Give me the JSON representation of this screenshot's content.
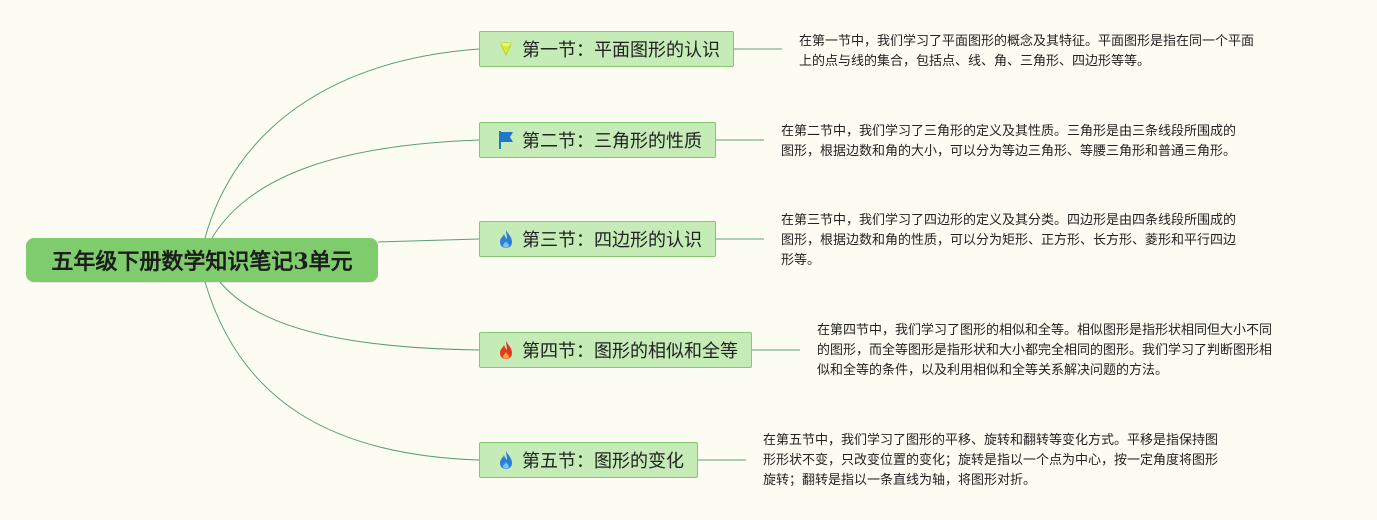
{
  "root": {
    "title": "五年级下册数学知识笔记3单元"
  },
  "topics": [
    {
      "label": "第一节：平面图形的认识",
      "icon": "lightbulb-icon",
      "note_lines": [
        "在第一节中，我们学习了平面图形的概念及其特征。平面图形是指在同一个平面",
        "上的点与线的集合，包括点、线、角、三角形、四边形等等。"
      ]
    },
    {
      "label": "第二节：三角形的性质",
      "icon": "flag-icon",
      "note_lines": [
        "在第二节中，我们学习了三角形的定义及其性质。三角形是由三条线段所围成的",
        "图形，根据边数和角的大小，可以分为等边三角形、等腰三角形和普通三角形。"
      ]
    },
    {
      "label": "第三节：四边形的认识",
      "icon": "blue-flame-icon",
      "note_lines": [
        "在第三节中，我们学习了四边形的定义及其分类。四边形是由四条线段所围成的",
        "图形，根据边数和角的性质，可以分为矩形、正方形、长方形、菱形和平行四边",
        "形等。"
      ]
    },
    {
      "label": "第四节：图形的相似和全等",
      "icon": "red-flame-icon",
      "note_lines": [
        "在第四节中，我们学习了图形的相似和全等。相似图形是指形状相同但大小不同",
        "的图形，而全等图形是指形状和大小都完全相同的图形。我们学习了判断图形相",
        "似和全等的条件，以及利用相似和全等关系解决问题的方法。"
      ]
    },
    {
      "label": "第五节：图形的变化",
      "icon": "blue-flame-icon",
      "note_lines": [
        "在第五节中，我们学习了图形的平移、旋转和翻转等变化方式。平移是指保持图",
        "形形状不变，只改变位置的变化；旋转是指以一个点为中心，按一定角度将图形",
        "旋转；翻转是指以一条直线为轴，将图形对折。"
      ]
    }
  ],
  "colors": {
    "background": "#fdfcf2",
    "root_fill": "#7fcc6d",
    "topic_fill": "#c5ebb7",
    "topic_border": "#86c572",
    "connector": "#5a9e7a"
  }
}
